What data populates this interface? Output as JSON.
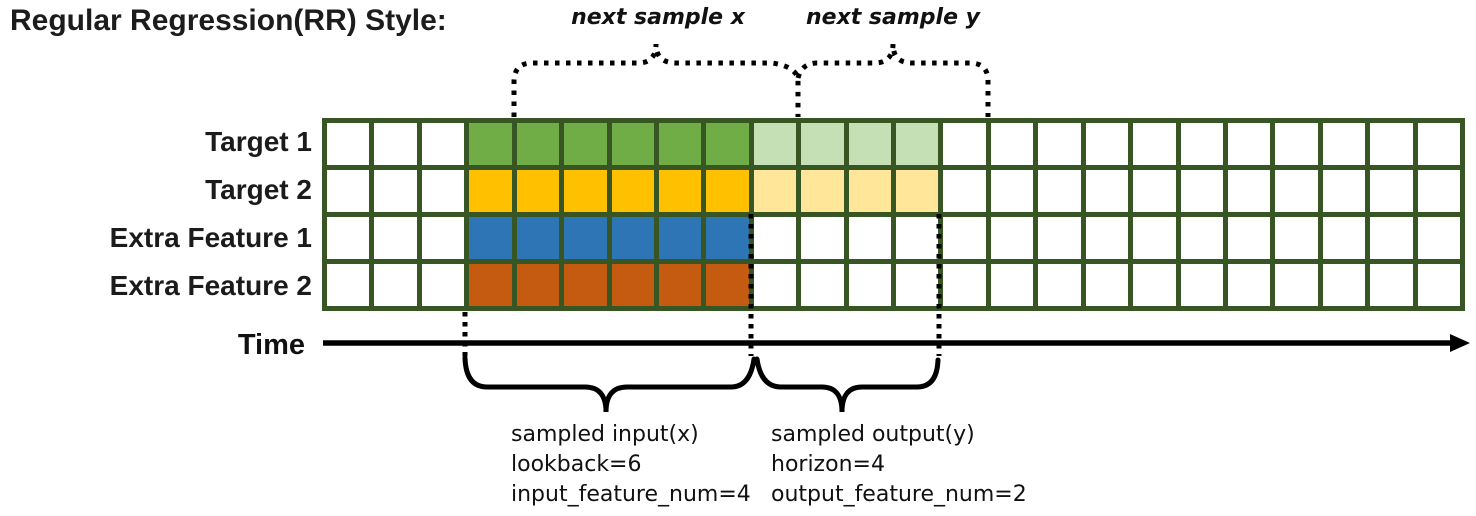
{
  "title": "Regular Regression(RR) Style:",
  "annotations": {
    "next_sample_x": "next sample x",
    "next_sample_y": "next sample y",
    "time_label": "Time",
    "input_block": [
      "sampled input(x)",
      "lookback=6",
      "input_feature_num=4"
    ],
    "output_block": [
      "sampled output(y)",
      "horizon=4",
      "output_feature_num=2"
    ]
  },
  "colors": {
    "white": "#FFFFFF",
    "green": "#70AD47",
    "lightGreen": "#C5E0B4",
    "yellow": "#FFC000",
    "lightYellow": "#FFE699",
    "blue": "#2E75B6",
    "orange": "#C55A11",
    "gridBorder": "#375623",
    "ink": "#000000"
  },
  "grid": {
    "columns": 24,
    "rows": [
      {
        "label": "Target 1",
        "segments": [
          [
            "white",
            3
          ],
          [
            "green",
            6
          ],
          [
            "lightGreen",
            4
          ],
          [
            "white",
            11
          ]
        ]
      },
      {
        "label": "Target 2",
        "segments": [
          [
            "white",
            3
          ],
          [
            "yellow",
            6
          ],
          [
            "lightYellow",
            4
          ],
          [
            "white",
            11
          ]
        ]
      },
      {
        "label": "Extra Feature 1",
        "segments": [
          [
            "white",
            3
          ],
          [
            "blue",
            6
          ],
          [
            "white",
            15
          ]
        ]
      },
      {
        "label": "Extra Feature 2",
        "segments": [
          [
            "white",
            3
          ],
          [
            "orange",
            6
          ],
          [
            "white",
            15
          ]
        ]
      }
    ]
  }
}
